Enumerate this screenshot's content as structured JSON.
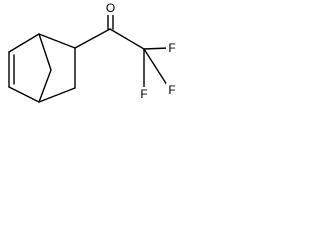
{
  "structure": {
    "bond_color": "#000000",
    "background": "#ffffff",
    "atoms": {
      "oxygen": "O",
      "fluorine_right": "F",
      "fluorine_top": "F",
      "fluorine_bottom": "F"
    }
  }
}
